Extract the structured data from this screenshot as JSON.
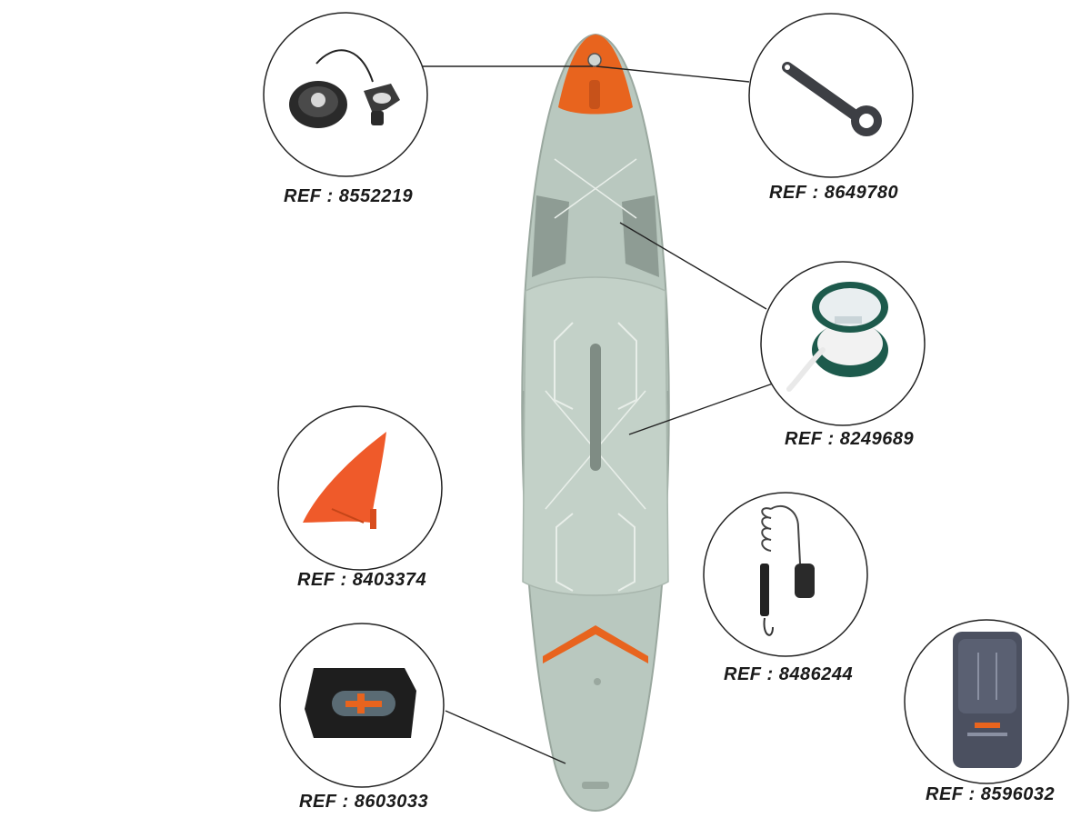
{
  "colors": {
    "board_body": "#b9c8bf",
    "board_dark": "#8e9c94",
    "board_line": "#e8eee9",
    "accent_orange": "#e8641e",
    "outline": "#222222",
    "text": "#1a1a1a"
  },
  "parts": [
    {
      "id": "valve",
      "icon": "valve-icon",
      "ref_label": "REF : 8552219"
    },
    {
      "id": "valve-key",
      "icon": "valve-key-icon",
      "ref_label": "REF : 8649780"
    },
    {
      "id": "bungee-cord",
      "icon": "cord-spool-icon",
      "ref_label": "REF : 8249689"
    },
    {
      "id": "fin",
      "icon": "fin-icon",
      "ref_label": "REF : 8403374"
    },
    {
      "id": "leash",
      "icon": "leash-icon",
      "ref_label": "REF : 8486244"
    },
    {
      "id": "fin-box",
      "icon": "fin-box-icon",
      "ref_label": "REF : 8603033"
    },
    {
      "id": "backpack",
      "icon": "backpack-icon",
      "ref_label": "REF : 8596032"
    }
  ]
}
